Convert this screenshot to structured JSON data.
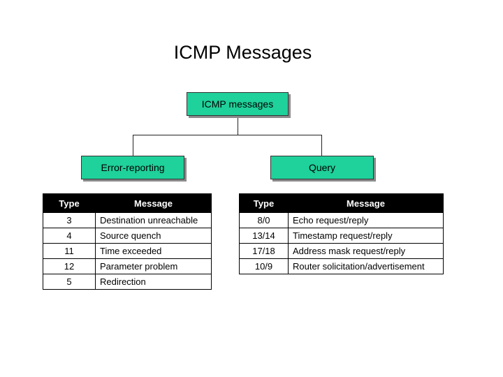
{
  "title": "ICMP Messages",
  "root": "ICMP messages",
  "branches": {
    "error": "Error-reporting",
    "query": "Query"
  },
  "error_table": {
    "headers": [
      "Type",
      "Message"
    ],
    "rows": [
      [
        "3",
        "Destination unreachable"
      ],
      [
        "4",
        "Source quench"
      ],
      [
        "11",
        "Time exceeded"
      ],
      [
        "12",
        "Parameter problem"
      ],
      [
        "5",
        "Redirection"
      ]
    ]
  },
  "query_table": {
    "headers": [
      "Type",
      "Message"
    ],
    "rows": [
      [
        "8/0",
        "Echo request/reply"
      ],
      [
        "13/14",
        "Timestamp request/reply"
      ],
      [
        "17/18",
        "Address mask request/reply"
      ],
      [
        "10/9",
        "Router solicitation/advertisement"
      ]
    ]
  },
  "colors": {
    "box_fill": "#1fd19a",
    "header_fill": "#000000"
  }
}
